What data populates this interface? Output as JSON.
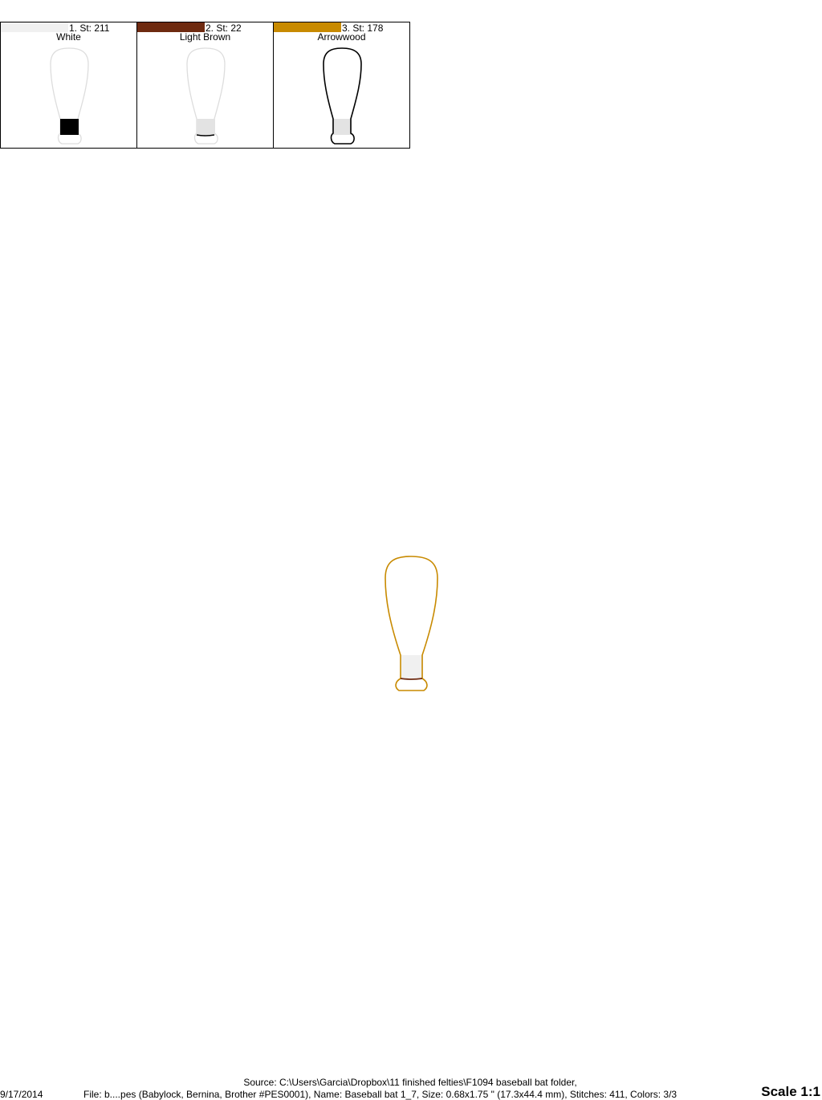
{
  "swatches": [
    {
      "stitch_label": "1. St: 211",
      "name": "White",
      "color": "#f0f0f0"
    },
    {
      "stitch_label": "2. St: 22",
      "name": "Light Brown",
      "color": "#6e2a10"
    },
    {
      "stitch_label": "3. St: 178",
      "name": "Arrowwood",
      "color": "#c88a00"
    }
  ],
  "design": {
    "outline_color": "#c88a00",
    "fill_color": "#f0f0f0",
    "line_color": "#6e2a10"
  },
  "footer": {
    "source": "Source: C:\\Users\\Garcia\\Dropbox\\11 finished felties\\F1094 baseball bat folder,",
    "date": "9/17/2014",
    "file": "File: b....pes (Babylock, Bernina, Brother #PES0001), Name: Baseball bat 1_7, Size: 0.68x1.75 \" (17.3x44.4 mm), Stitches: 411, Colors: 3/3",
    "scale": "Scale 1:1"
  }
}
